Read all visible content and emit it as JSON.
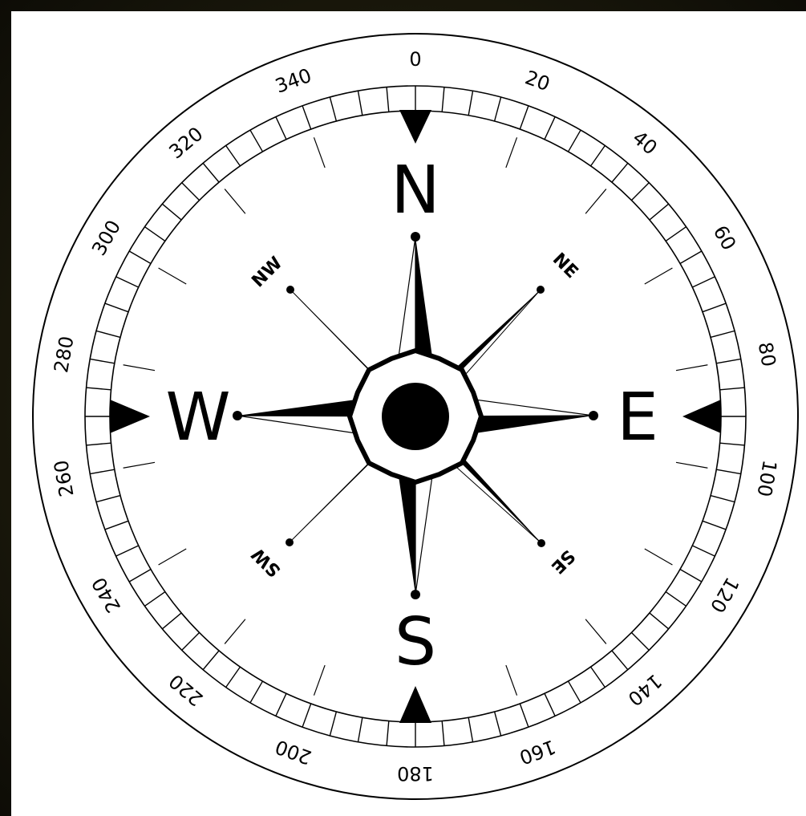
{
  "compass": {
    "cardinals": {
      "n": "N",
      "e": "E",
      "s": "S",
      "w": "W"
    },
    "intercardinals": {
      "ne": "NE",
      "se": "SE",
      "sw": "SW",
      "nw": "NW"
    },
    "bearing_labels": [
      "0",
      "20",
      "40",
      "60",
      "80",
      "100",
      "120",
      "140",
      "160",
      "180",
      "200",
      "220",
      "240",
      "260",
      "280",
      "300",
      "320",
      "340"
    ],
    "bearing_label_angles": [
      0,
      20,
      40,
      60,
      80,
      100,
      120,
      140,
      160,
      180,
      200,
      220,
      240,
      260,
      280,
      300,
      320,
      340
    ],
    "scale_tick_step_degrees": 5,
    "major_tick_step_degrees": 20,
    "colors": {
      "background": "#1c1a0c",
      "dial": "#ffffff",
      "ink": "#000000"
    }
  }
}
